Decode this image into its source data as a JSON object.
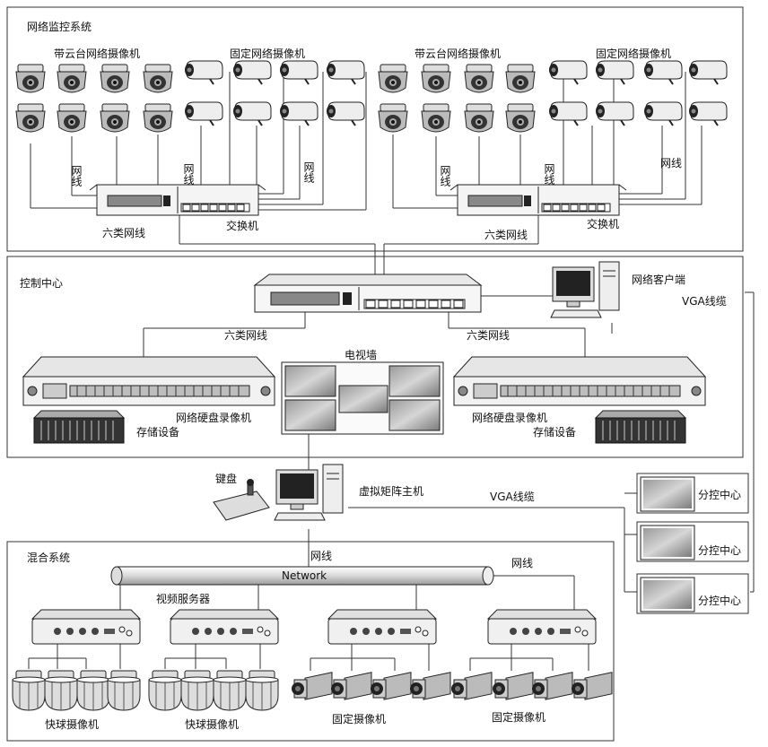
{
  "sections": {
    "network_monitor": "网络监控系统",
    "control_center": "控制中心",
    "hybrid": "混合系统"
  },
  "labels": {
    "ptz_camera": "带云台网络摄像机",
    "fixed_network_camera": "固定网络摄像机",
    "net_cable": "网线",
    "cat6_cable": "六类网线",
    "switch": "交换机",
    "network_client": "网络客户端",
    "vga_cable": "VGA线缆",
    "tv_wall": "电视墙",
    "nvr": "网络硬盘录像机",
    "storage": "存储设备",
    "keyboard": "键盘",
    "matrix_host": "虚拟矩阵主机",
    "sub_control": "分控中心",
    "network": "Network",
    "video_server": "视频服务器",
    "speed_dome": "快球摄像机",
    "fixed_camera": "固定摄像机"
  }
}
